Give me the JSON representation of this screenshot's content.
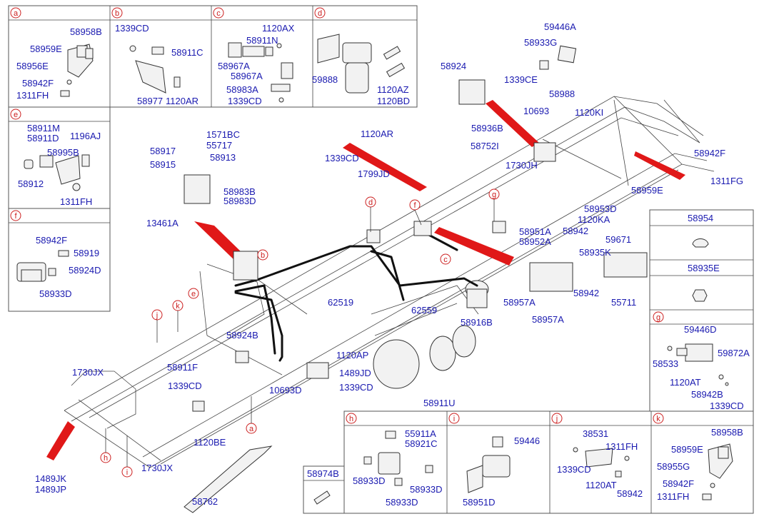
{
  "callouts": [
    "a",
    "b",
    "c",
    "d",
    "e",
    "f",
    "g",
    "h",
    "i",
    "j",
    "k"
  ],
  "box_a": {
    "ref": "a",
    "parts": [
      "58958B",
      "58959E",
      "58956E",
      "58942F",
      "1311FH"
    ]
  },
  "box_b": {
    "ref": "b",
    "parts": [
      "1339CD",
      "58911C",
      "58977",
      "1120AR"
    ]
  },
  "box_c": {
    "ref": "c",
    "parts": [
      "1120AX",
      "58911N",
      "58967A",
      "58967A",
      "58983A",
      "1339CD"
    ]
  },
  "box_d": {
    "ref": "d",
    "parts": [
      "59888",
      "1120AZ",
      "1120BD"
    ]
  },
  "box_e": {
    "ref": "e",
    "parts": [
      "58911M",
      "58911D",
      "1196AJ",
      "58995B",
      "58912",
      "1311FH"
    ]
  },
  "box_f": {
    "ref": "f",
    "parts": [
      "58942F",
      "58919",
      "58924D",
      "58933D"
    ]
  },
  "box_58954": {
    "title": "58954"
  },
  "box_58935E": {
    "title": "58935E"
  },
  "box_g": {
    "ref": "g",
    "parts": [
      "59446D",
      "58533",
      "59872A",
      "1120AT",
      "58942B",
      "1339CD"
    ]
  },
  "box_h": {
    "ref": "h",
    "parts": [
      "55911A",
      "58921C",
      "58933D",
      "58933D",
      "58933D"
    ]
  },
  "box_i": {
    "ref": "i",
    "parts": [
      "59446",
      "58951D"
    ]
  },
  "box_j": {
    "ref": "j",
    "parts": [
      "38531",
      "1311FH",
      "1339CD",
      "1120AT",
      "58942"
    ]
  },
  "box_k": {
    "ref": "k",
    "parts": [
      "58958B",
      "58959E",
      "58955G",
      "58942F",
      "1311FH"
    ]
  },
  "box_58974B": {
    "title": "58974B"
  },
  "main_labels": [
    "59446A",
    "58933G",
    "58924",
    "1339CE",
    "58988",
    "10693",
    "1120KI",
    "58936B",
    "1571BC",
    "55717",
    "58917",
    "58913",
    "58915",
    "1120AR",
    "1339CD",
    "1799JD",
    "58752I",
    "1730JH",
    "58942F",
    "1311FG",
    "58959E",
    "58983B",
    "58983D",
    "13461A",
    "58953D",
    "1120KA",
    "58942",
    "58951A",
    "58952A",
    "59671",
    "58935K",
    "58942",
    "55711",
    "58957A",
    "58957A",
    "62519",
    "62559",
    "58916B",
    "58924B",
    "58911F",
    "1120AP",
    "1489JD",
    "1339CD",
    "10693D",
    "58911U",
    "1730JX",
    "1339CD",
    "1120BE",
    "1730JX",
    "58762",
    "1489JK",
    "1489JP"
  ]
}
